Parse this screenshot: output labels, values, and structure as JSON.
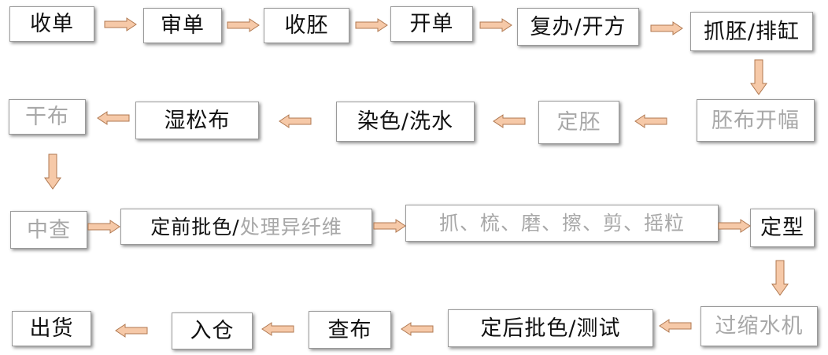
{
  "diagram": {
    "row1": {
      "receive_order": "收单",
      "review_order": "审单",
      "receive_greige": "收胚",
      "open_order": "开单",
      "double_check": "复办/开方",
      "grab_greige": "抓胚/排缸"
    },
    "row2": {
      "greige_width": "胚布开幅",
      "greige_setting": "定胚",
      "dye_wash": "染色/洗水",
      "wet_relax": "湿松布",
      "dry_cloth": "干布"
    },
    "row3": {
      "mid_inspect": "中查",
      "pre_shade_a": "定前批色/",
      "pre_shade_b": "处理异纤维",
      "finishing": "抓、梳、磨、擦、剪、摇粒",
      "setting": "定型"
    },
    "row4": {
      "shrink_machine": "过缩水机",
      "post_shade_test": "定后批色/测试",
      "inspect_cloth": "查布",
      "warehouse_in": "入仓",
      "ship": "出货"
    },
    "colors": {
      "arrow_fill": "#f6c9a8",
      "arrow_stroke": "#b07850",
      "dim_text": "#a8a8a8",
      "text": "#111111"
    }
  }
}
